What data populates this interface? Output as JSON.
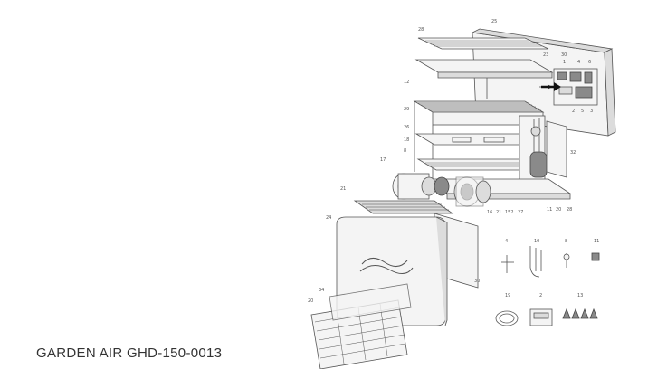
{
  "caption": "GARDEN AIR GHD-150-0013",
  "part_numbers": {
    "top_grille": "28",
    "back_panel": "25",
    "frame_a": "23",
    "frame_b": "30",
    "frame_c": "12",
    "coil": "29",
    "drain_pan": "26",
    "frame_d": "18",
    "frame_e": "8",
    "blower_left": "17",
    "control_box": "32",
    "base_16": "16",
    "base_21": "21",
    "base_152": "152",
    "base_27": "27",
    "base_11": "11",
    "base_20": "20",
    "base_28": "28",
    "front_grille": "21",
    "filter_24": "24",
    "filter_30": "30",
    "louver_34": "34",
    "louver_20": "20",
    "acc_4": "4",
    "acc_10": "10",
    "acc_8": "8",
    "acc_11": "11",
    "acc_19": "19",
    "acc_2": "2",
    "acc_13": "13",
    "box_1": "1",
    "box_2": "2",
    "box_3": "3",
    "box_4": "4",
    "box_5": "5",
    "box_6": "6"
  },
  "colors": {
    "line": "#555555",
    "caption": "#333333"
  }
}
